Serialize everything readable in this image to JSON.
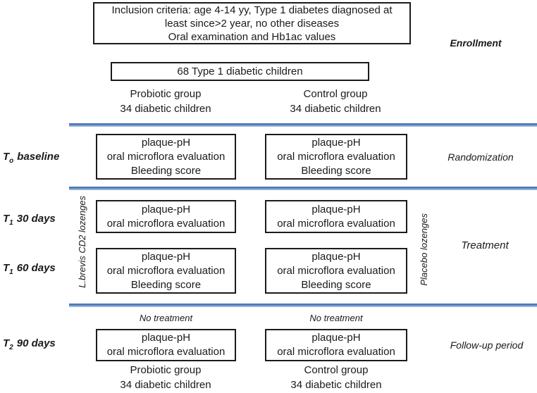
{
  "colors": {
    "divider_blue": "#5d89c4",
    "divider_blue_light": "#bcd0e9",
    "box_border": "#1b1b1b",
    "text": "#1a1a1a"
  },
  "enrollment_section": {
    "inclusion_box": "Inclusion criteria: age 4-14 yy, Type 1 diabetes diagnosed at\nleast since>2 year, no other diseases\nOral examination and Hb1ac values",
    "stage_label": "Enrollment",
    "total_box": "68 Type 1 diabetic children",
    "probiotic_header": "Probiotic group\n34 diabetic children",
    "control_header": "Control group\n34 diabetic children"
  },
  "baseline_section": {
    "time_label": {
      "prefix": "T",
      "sub": "o",
      "rest": "baseline"
    },
    "stage_label": "Randomization",
    "probiotic_box": "plaque-pH\noral microflora evaluation\nBleeding score",
    "control_box": "plaque-pH\noral microflora evaluation\nBleeding score"
  },
  "treatment_section": {
    "left_vertical_label": "L.brevis CD2 lozenges",
    "right_vertical_label": "Placebo lozenges",
    "stage_label": "Treatment",
    "t30": {
      "time_label": {
        "prefix": "T",
        "sub": "1",
        "rest": "30 days"
      },
      "probiotic_box": "plaque-pH\noral microflora evaluation",
      "control_box": "plaque-pH\noral microflora evaluation"
    },
    "t60": {
      "time_label": {
        "prefix": "T",
        "sub": "1",
        "rest": "60 days"
      },
      "probiotic_box": "plaque-pH\noral microflora evaluation\nBleeding score",
      "control_box": "plaque-pH\noral microflora evaluation\nBleeding score"
    }
  },
  "followup_section": {
    "time_label": {
      "prefix": "T",
      "sub": "2",
      "rest": "90 days"
    },
    "stage_label": "Follow-up period",
    "no_treatment_left": "No treatment",
    "no_treatment_right": "No treatment",
    "probiotic_box": "plaque-pH\noral microflora evaluation",
    "control_box": "plaque-pH\noral microflora evaluation",
    "probiotic_footer": "Probiotic group\n34 diabetic children",
    "control_footer": "Control group\n34 diabetic children"
  }
}
